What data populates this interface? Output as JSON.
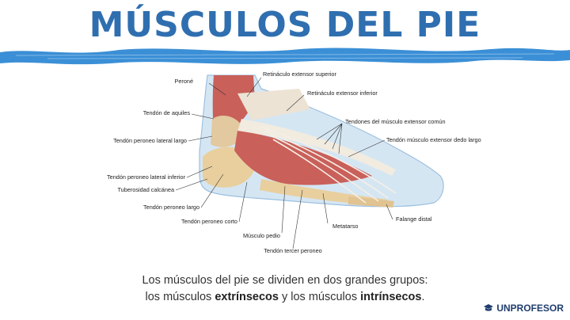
{
  "title": "MÚSCULOS DEL PIE",
  "labels": {
    "perone": "Peroné",
    "retinaculo_superior": "Retináculo extensor superior",
    "retinaculo_inferior": "Retináculo extensor inferior",
    "tendon_aquiles": "Tendón de aquiles",
    "tendones_extensor_comun": "Tendones del músculo extensor común",
    "peroneo_lateral_largo": "Tendón peroneo lateral largo",
    "extensor_dedo_largo": "Tendón músculo extensor dedo largo",
    "peroneo_lateral_inferior": "Tendón peroneo lateral inferior",
    "tuberosidad_calcanea": "Tuberosidad calcánea",
    "peroneo_largo": "Tendón peroneo largo",
    "peroneo_corto": "Tendón peroneo corto",
    "falange_distal": "Falange distal",
    "metatarso": "Metatarso",
    "musculo_pedio": "Músculo pedio",
    "tercer_peroneo": "Tendón tercer peroneo"
  },
  "caption": {
    "line1": "Los músculos del pie se dividen en dos grandes grupos:",
    "line2_a": "los músculos ",
    "line2_b": "extrínsecos",
    "line2_c": " y los músculos ",
    "line2_d": "intrínsecos",
    "line2_e": "."
  },
  "logo": {
    "text": "UNPROFESOR"
  },
  "colors": {
    "title": "#2f6fb0",
    "brush": "#3b8fd6",
    "muscle": "#c9605a",
    "tendon": "#ece3d4",
    "bone": "#e9cf9e",
    "skin": "#d5e6f3"
  }
}
